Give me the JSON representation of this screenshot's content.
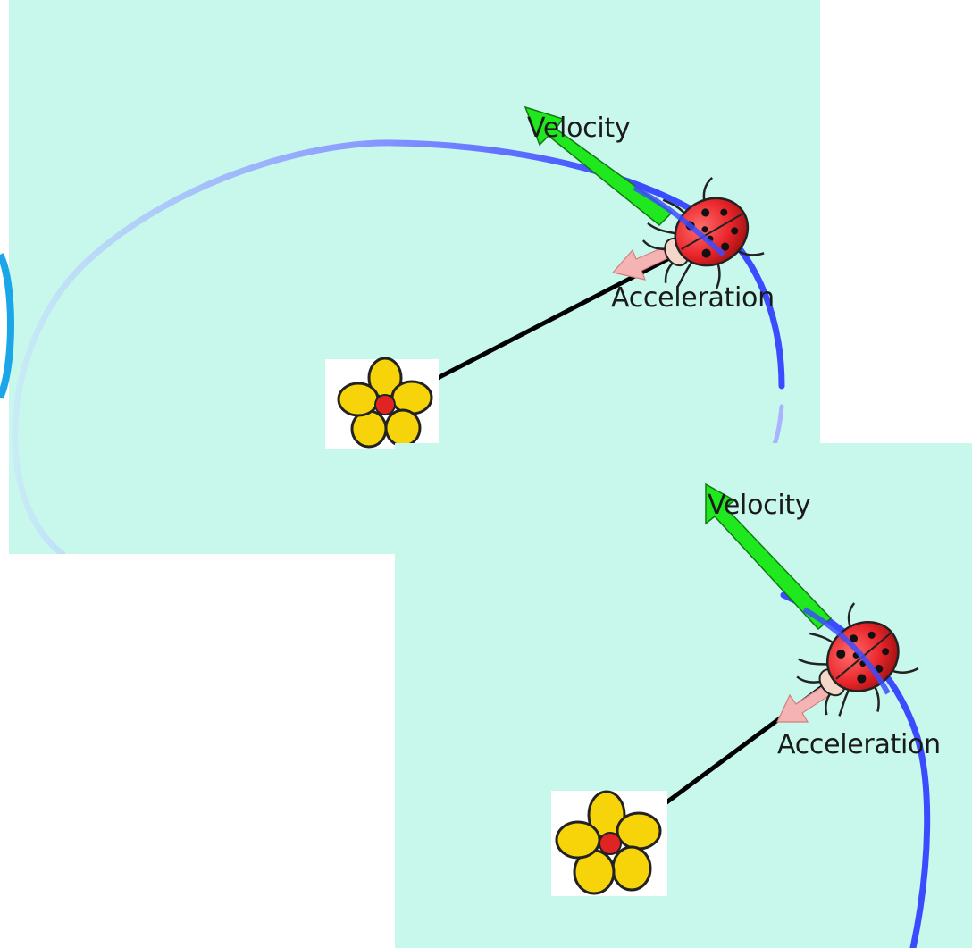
{
  "panels": [
    {
      "velocity_label": "Velocity",
      "acceleration_label": "Acceleration"
    },
    {
      "velocity_label": "Velocity",
      "acceleration_label": "Acceleration"
    }
  ],
  "colors": {
    "background": "#c8f8ec",
    "orbit_path": "#3b4cff",
    "velocity_vector": "#1fe81f",
    "acceleration_vector": "#f5b3b3",
    "ladybug_shell": "#e8252a",
    "flower_petal": "#f7d40a",
    "flower_center": "#e02424",
    "string": "#000000",
    "edge_ring": "#1aa6e8"
  },
  "icons": {
    "ladybug": "ladybug-icon",
    "flower": "flower-icon"
  }
}
